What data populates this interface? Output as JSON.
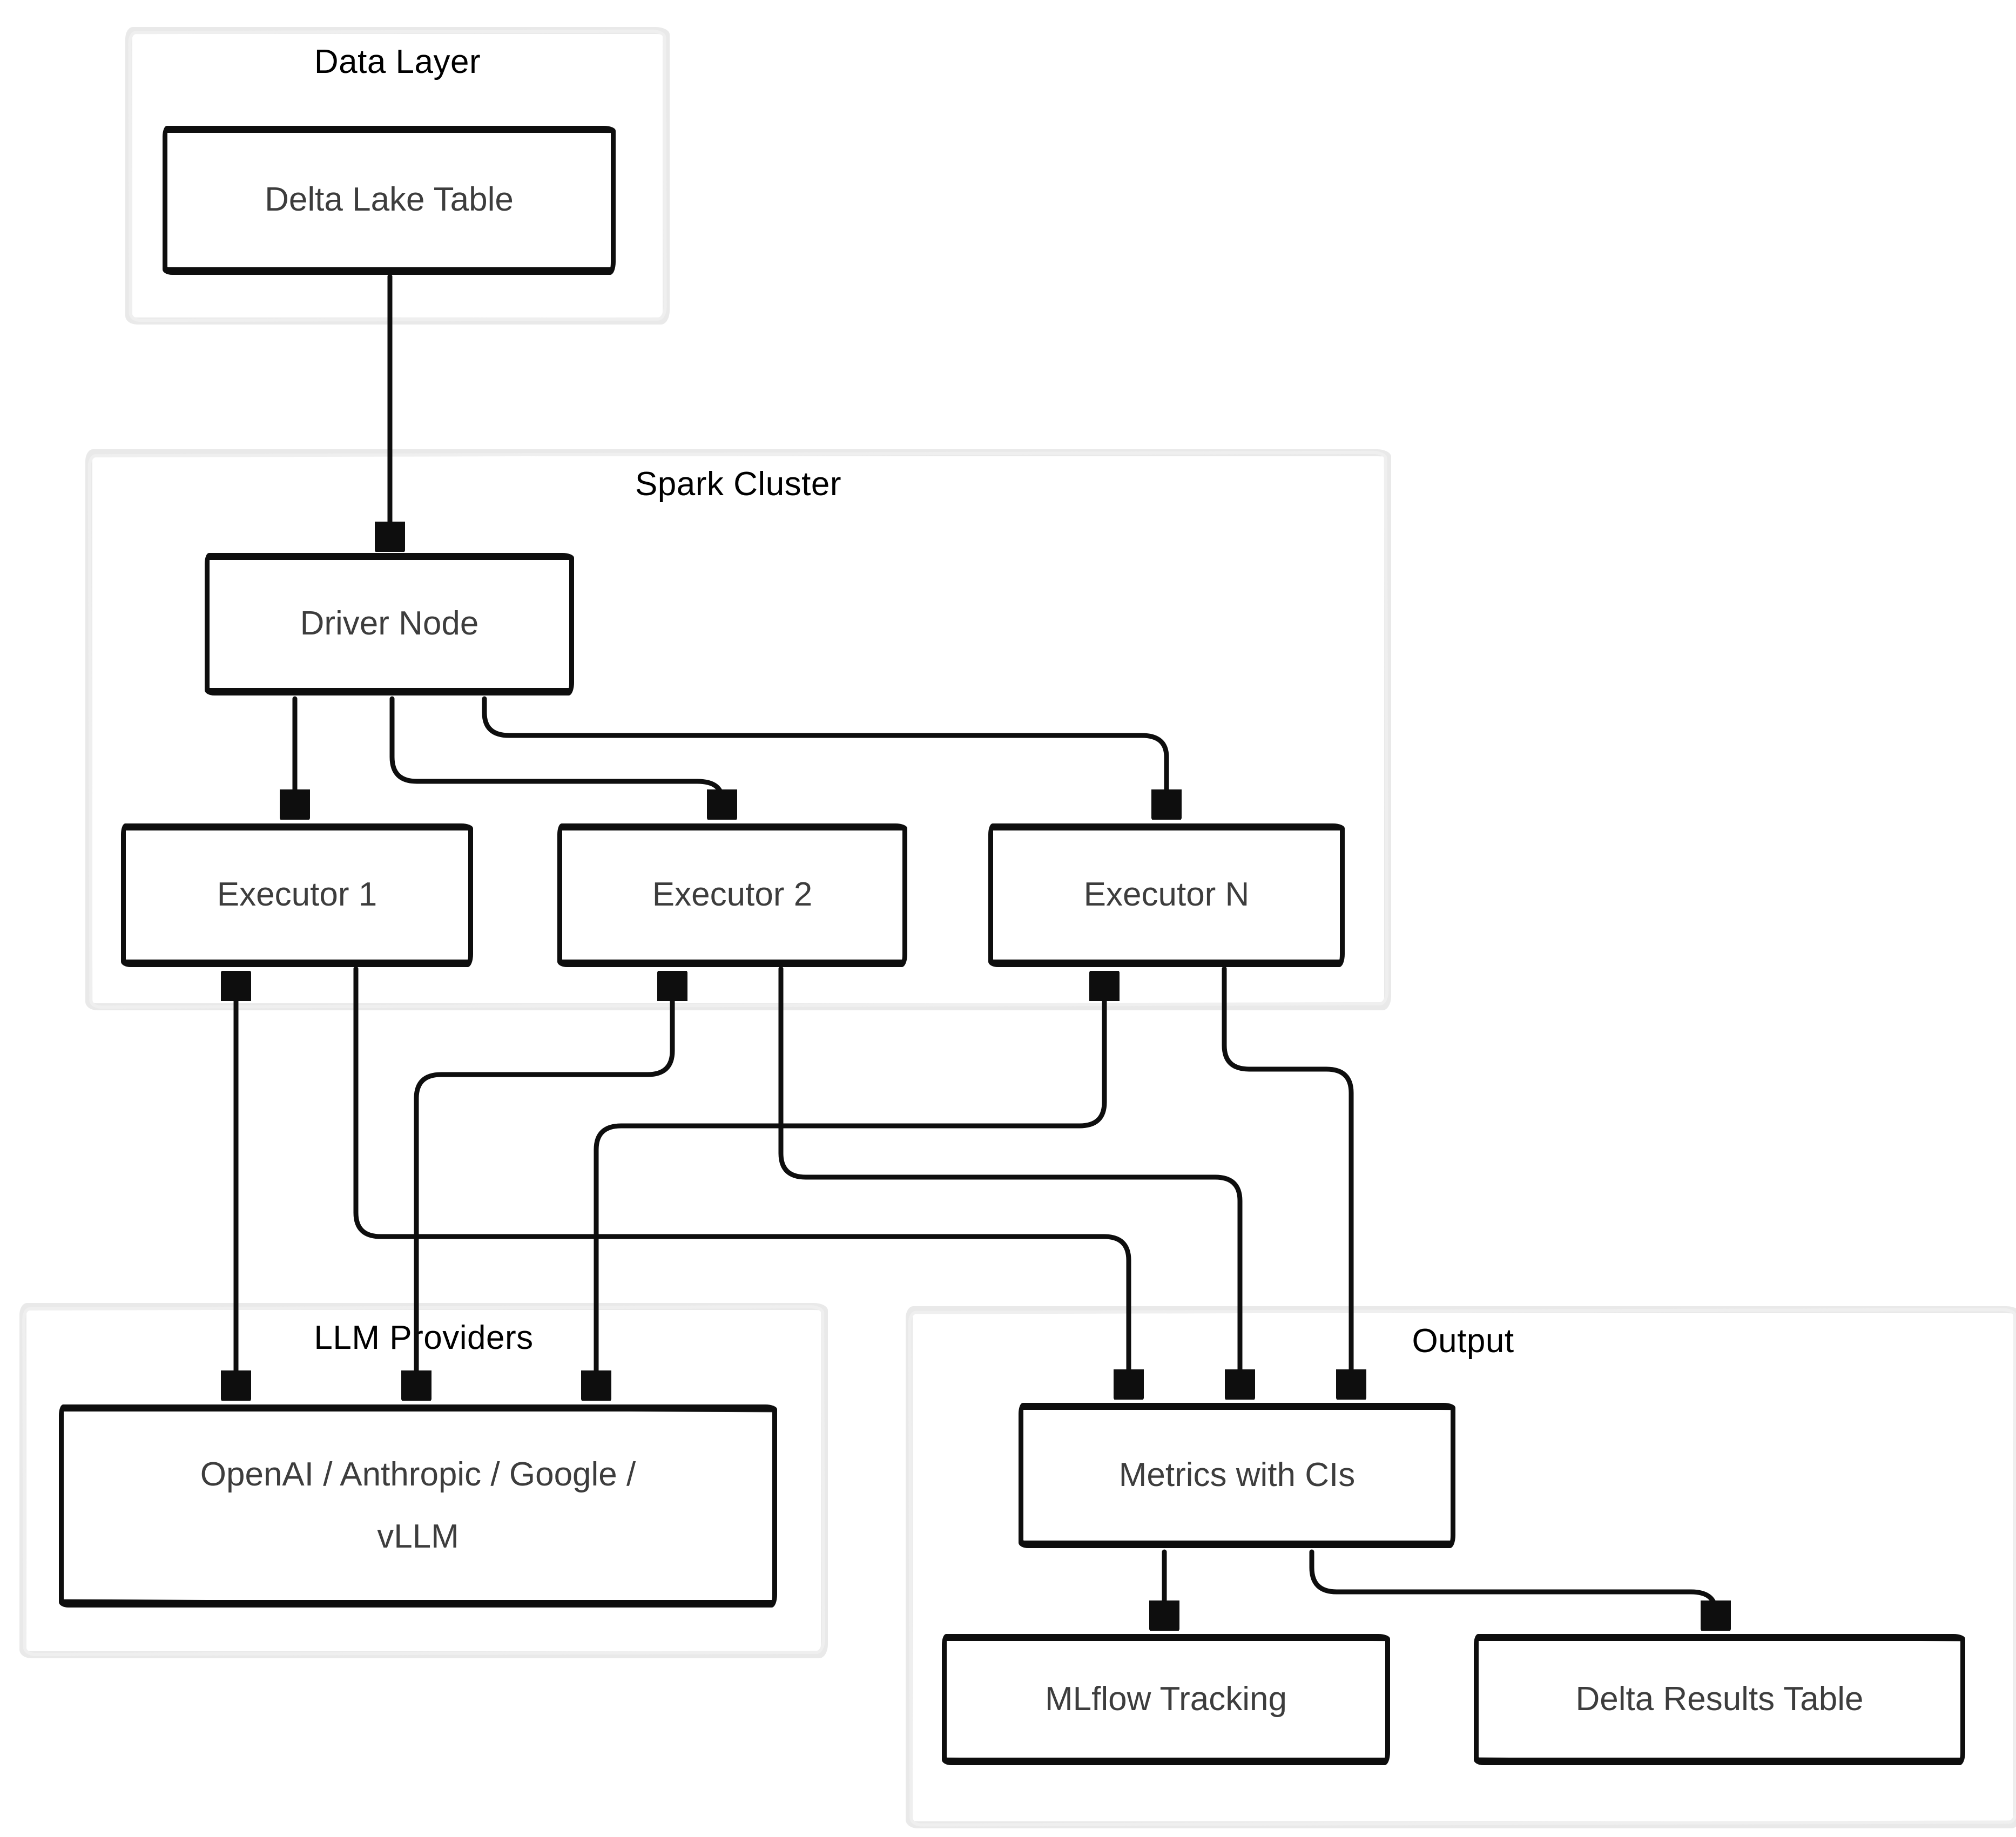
{
  "diagram": {
    "groups": {
      "data_layer": {
        "label": "Data Layer"
      },
      "spark_cluster": {
        "label": "Spark Cluster"
      },
      "llm_providers": {
        "label": "LLM Providers"
      },
      "output": {
        "label": "Output"
      }
    },
    "nodes": {
      "delta_lake_table": {
        "label": "Delta Lake Table"
      },
      "driver_node": {
        "label": "Driver Node"
      },
      "executor_1": {
        "label": "Executor 1"
      },
      "executor_2": {
        "label": "Executor 2"
      },
      "executor_n": {
        "label": "Executor N"
      },
      "llm_providers_box": {
        "label": "OpenAI / Anthropic / Google /\nvLLM"
      },
      "metrics": {
        "label": "Metrics with CIs"
      },
      "mlflow": {
        "label": "MLflow Tracking"
      },
      "delta_results": {
        "label": "Delta Results Table"
      }
    },
    "edges": [
      {
        "from": "delta_lake_table",
        "to": "driver_node",
        "direction": "one-way"
      },
      {
        "from": "driver_node",
        "to": "executor_1",
        "direction": "one-way"
      },
      {
        "from": "driver_node",
        "to": "executor_2",
        "direction": "one-way"
      },
      {
        "from": "driver_node",
        "to": "executor_n",
        "direction": "one-way"
      },
      {
        "from": "executor_1",
        "to": "llm_providers_box",
        "direction": "two-way"
      },
      {
        "from": "executor_2",
        "to": "llm_providers_box",
        "direction": "two-way"
      },
      {
        "from": "executor_n",
        "to": "llm_providers_box",
        "direction": "two-way"
      },
      {
        "from": "executor_1",
        "to": "metrics",
        "direction": "one-way"
      },
      {
        "from": "executor_2",
        "to": "metrics",
        "direction": "one-way"
      },
      {
        "from": "executor_n",
        "to": "metrics",
        "direction": "one-way"
      },
      {
        "from": "metrics",
        "to": "mlflow",
        "direction": "one-way"
      },
      {
        "from": "metrics",
        "to": "delta_results",
        "direction": "one-way"
      }
    ],
    "colors": {
      "background": "#ffffff",
      "wire": "#0e0e0e",
      "node_border": "#0e0e0e",
      "node_text": "#3d3d3d",
      "group_border": "#e9e9e9",
      "group_text": "#000000"
    }
  }
}
